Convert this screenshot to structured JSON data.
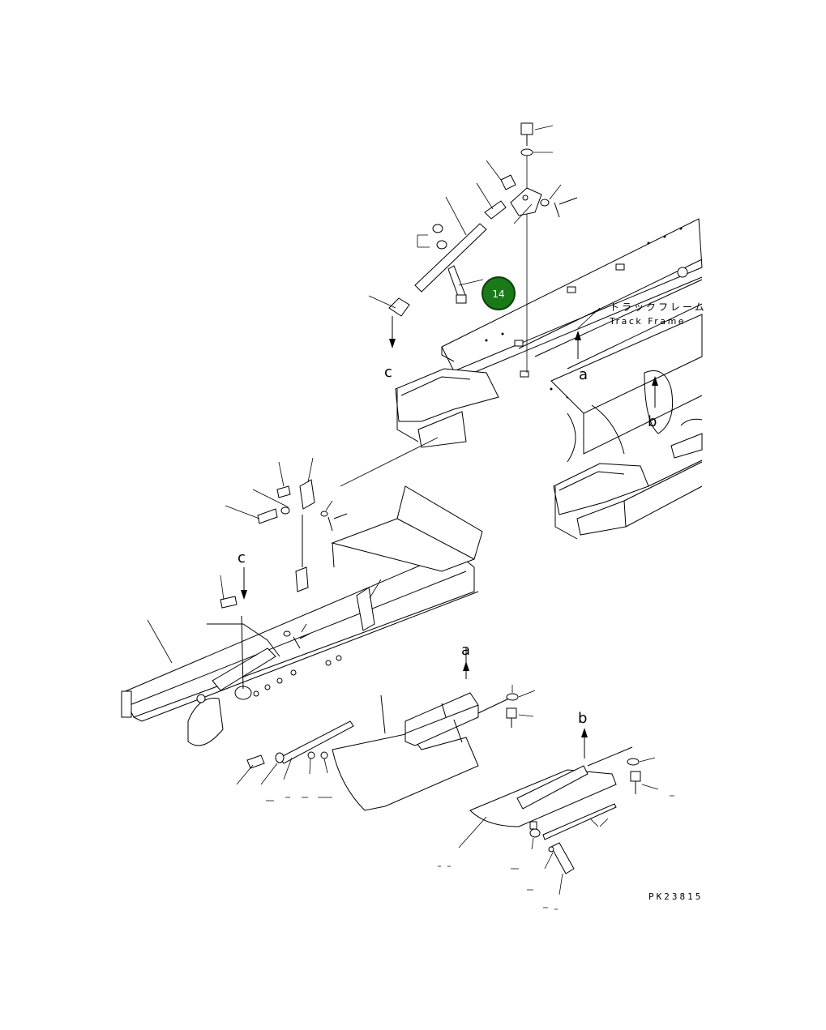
{
  "diagram": {
    "frame_label_jp": "トラックフレーム",
    "frame_label_en": "Track Frame",
    "figure_code": "PK23815",
    "callout": {
      "number": "14",
      "color": "#1a7a1a",
      "ring_color": "#0a3d0a"
    },
    "refs": {
      "a": "a",
      "b": "b",
      "c": "c"
    }
  }
}
